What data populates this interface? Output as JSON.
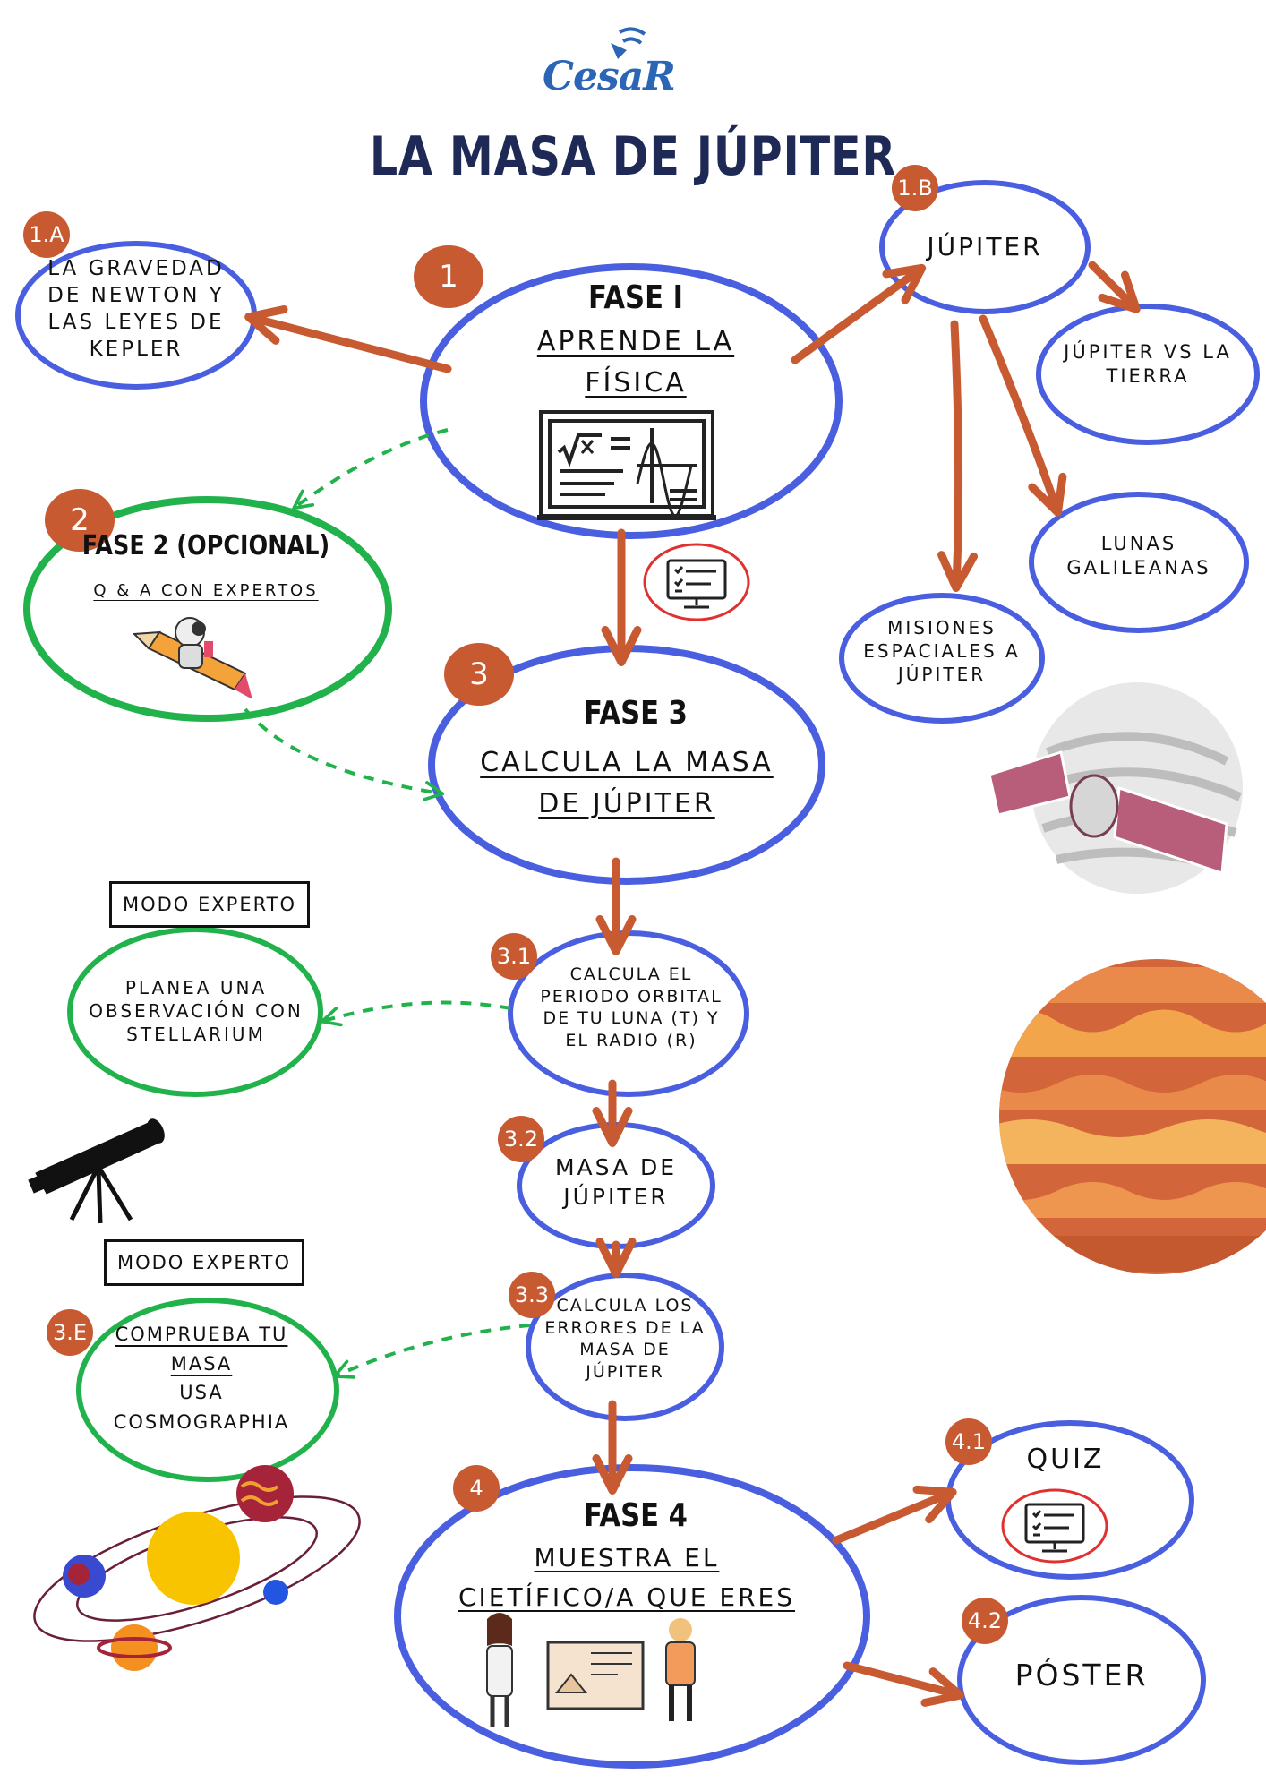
{
  "logo": {
    "text": "CesaR"
  },
  "title": "LA MASA DE JÚPITER",
  "badges": {
    "b1": "1",
    "b1a": "1.A",
    "b1b": "1.B",
    "b2": "2",
    "b3": "3",
    "b31": "3.1",
    "b32": "3.2",
    "b33": "3.3",
    "b3e": "3.E",
    "b4": "4",
    "b41": "4.1",
    "b42": "4.2"
  },
  "fase1": {
    "title": "FASE I",
    "line1": "APRENDE LA",
    "line2": "FÍSICA"
  },
  "node1a": {
    "line1": "LA GRAVEDAD",
    "line2": "DE NEWTON Y",
    "line3": "LAS LEYES DE",
    "line4": "KEPLER"
  },
  "node1b": {
    "label": "JÚPITER"
  },
  "jupiter_vs": {
    "line1": "JÚPITER VS LA",
    "line2": "TIERRA"
  },
  "lunas": {
    "line1": "LUNAS",
    "line2": "GALILEANAS"
  },
  "misiones": {
    "line1": "MISIONES",
    "line2": "ESPACIALES A",
    "line3": "JÚPITER"
  },
  "fase2": {
    "title": "FASE 2 (OPCIONAL)",
    "subtitle": "Q & A CON EXPERTOS"
  },
  "fase3": {
    "title": "FASE 3",
    "line1": "CALCULA LA MASA",
    "line2": "DE JÚPITER"
  },
  "modo_experto_1": "MODO EXPERTO",
  "modo_experto_2": "MODO EXPERTO",
  "planea": {
    "line1": "PLANEA UNA",
    "line2": "OBSERVACIÓN CON",
    "line3": "STELLARIUM"
  },
  "node31": {
    "line1": "CALCULA EL",
    "line2": "PERIODO ORBITAL",
    "line3": "DE TU LUNA  (T) Y",
    "line4": "EL RADIO (R)"
  },
  "node32": {
    "line1": "MASA DE",
    "line2": "JÚPITER"
  },
  "node33": {
    "line1": "CALCULA LOS",
    "line2": "ERRORES DE LA",
    "line3": "MASA DE",
    "line4": "JÚPITER"
  },
  "node3e": {
    "line1": "COMPRUEBA TU",
    "line2": "MASA ",
    "line3": "USA",
    "line4": "COSMOGRAPHIA"
  },
  "fase4": {
    "title": "FASE 4",
    "line1": "MUESTRA EL",
    "line2": "CIETÍFICO/A QUE ERES"
  },
  "quiz": {
    "label": "QUIZ"
  },
  "poster": {
    "label": "PÓSTER"
  },
  "colors": {
    "blue": "#4a5fe0",
    "green": "#22b24c",
    "orange": "#c85a32",
    "navy": "#1e2a55",
    "red": "#e03030"
  }
}
